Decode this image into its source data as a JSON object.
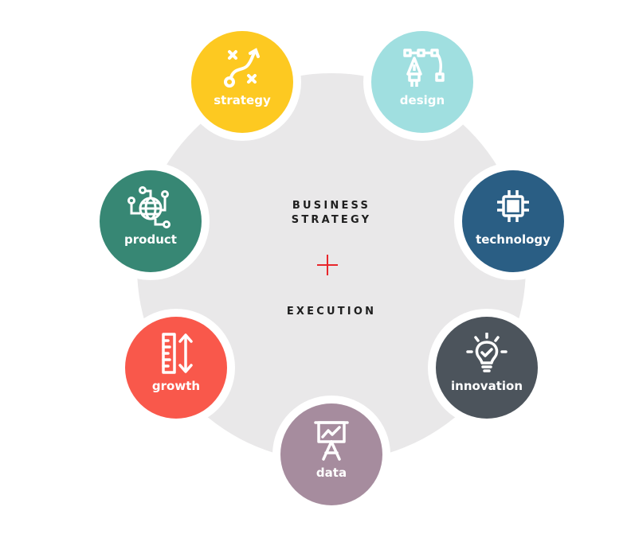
{
  "diagram": {
    "center": {
      "line1": "BUSINESS",
      "line2": "STRATEGY",
      "operator_icon": "plus-icon",
      "line3": "EXECUTION",
      "plus_color": "#e8262b"
    },
    "hub_color": "#e9e8e9",
    "nodes": [
      {
        "label": "strategy",
        "icon": "strategy-play-icon",
        "color": "#fdc921"
      },
      {
        "label": "design",
        "icon": "pen-bezier-icon",
        "color": "#a0dfe0"
      },
      {
        "label": "product",
        "icon": "globe-network-icon",
        "color": "#378774"
      },
      {
        "label": "technology",
        "icon": "chip-icon",
        "color": "#2a5e84"
      },
      {
        "label": "growth",
        "icon": "ruler-arrow-icon",
        "color": "#f9584b"
      },
      {
        "label": "innovation",
        "icon": "lightbulb-check-icon",
        "color": "#4c545c"
      },
      {
        "label": "data",
        "icon": "presentation-chart-icon",
        "color": "#a68c9e"
      }
    ]
  }
}
